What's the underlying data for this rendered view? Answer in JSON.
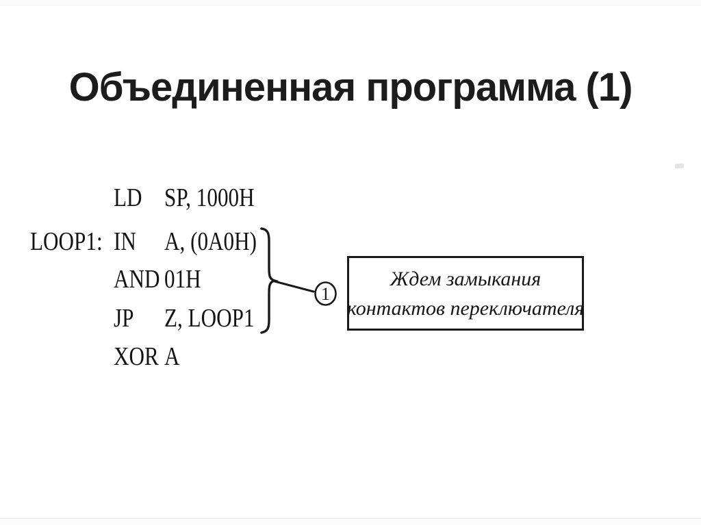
{
  "slide": {
    "title": "Объединенная программа (1)"
  },
  "code": {
    "lines": [
      {
        "label": "",
        "mnemonic": "LD",
        "operands": "SP, 1000H"
      },
      {
        "label": "LOOP1:",
        "mnemonic": "IN",
        "operands": "A, (0A0H)"
      },
      {
        "label": "",
        "mnemonic": "AND",
        "operands": "01H"
      },
      {
        "label": "",
        "mnemonic": "JP",
        "operands": "Z, LOOP1"
      },
      {
        "label": "",
        "mnemonic": "XOR",
        "operands": "A"
      }
    ]
  },
  "annotation": {
    "marker": "1",
    "note_lines": [
      "Ждем замыкания",
      "контактов переключателя"
    ]
  },
  "colors": {
    "ink": "#1a1a1a",
    "background": "#ffffff",
    "title_text": "#1c1c1c"
  }
}
